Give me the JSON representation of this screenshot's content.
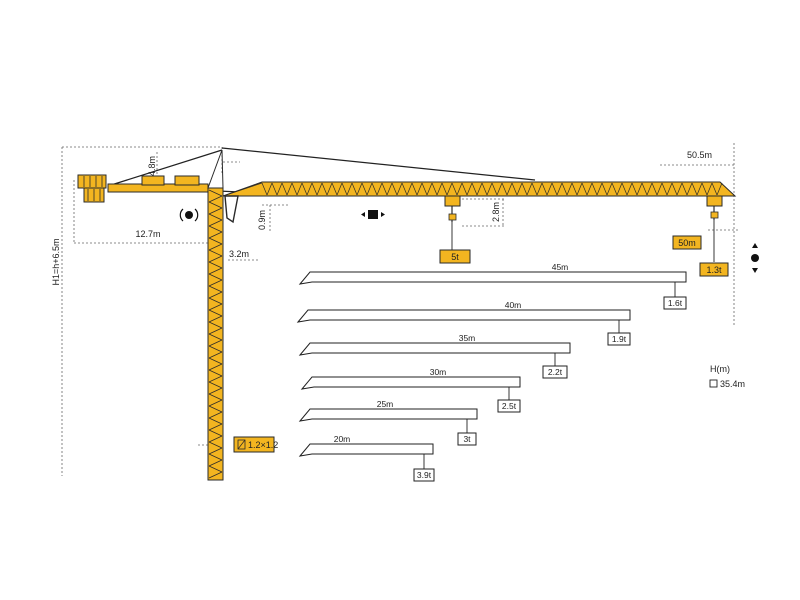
{
  "colors": {
    "crane": "#f3b520",
    "crane_outline": "#2a2a2a",
    "tag_fill": "#f3b520",
    "line": "#222222",
    "dim_line": "#666666"
  },
  "dimensions": {
    "cab_height": "4.8m",
    "counter_jib_length": "12.7m",
    "tower_top_offset": "3.2m",
    "jib_drop": "0.9m",
    "trolley_drop": "2.8m",
    "max_radius": "50.5m",
    "total_height": "H1=h+6.5m"
  },
  "loads": {
    "max_load": "5t",
    "tip_radius": "50m",
    "tip_load": "1.3t"
  },
  "tower_section": "1.2×1.2",
  "height_label": "H(m)",
  "height_value": "35.4m",
  "jib_options": [
    {
      "length": "45m",
      "tip_load": "1.6t"
    },
    {
      "length": "40m",
      "tip_load": "1.9t"
    },
    {
      "length": "35m",
      "tip_load": "2.2t"
    },
    {
      "length": "30m",
      "tip_load": "2.5t"
    },
    {
      "length": "25m",
      "tip_load": "3t"
    },
    {
      "length": "20m",
      "tip_load": "3.9t"
    }
  ],
  "icons": {
    "slewing": "slewing-icon",
    "trolley": "trolley-travel-icon",
    "hoisting": "hoisting-icon"
  }
}
